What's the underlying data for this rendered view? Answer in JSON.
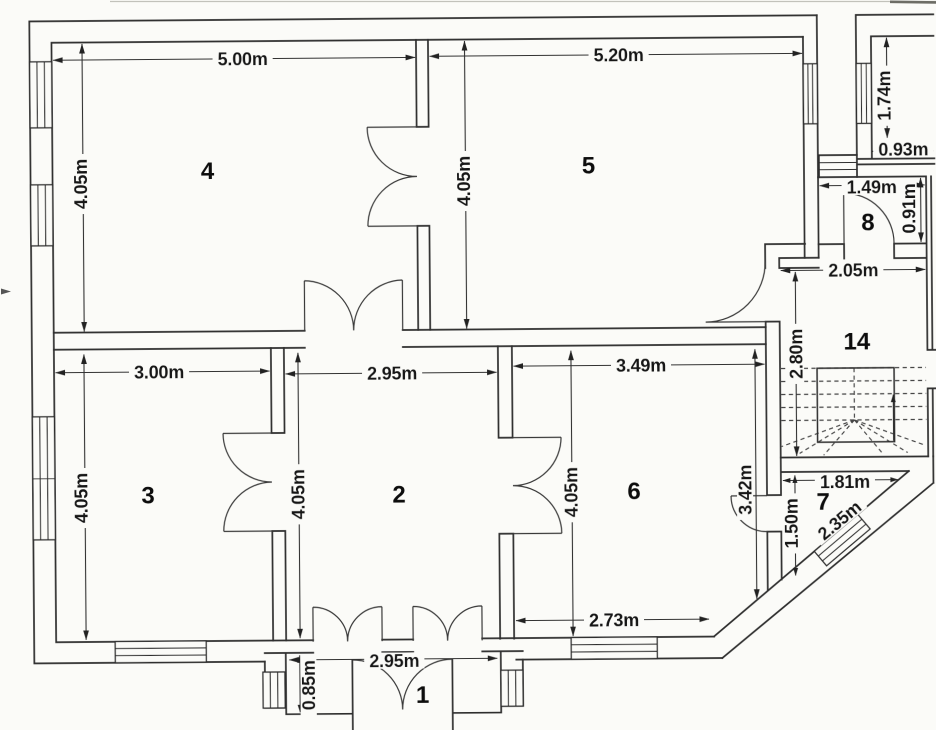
{
  "drawing": {
    "kind": "architectural floor plan (scanned)",
    "units": "m",
    "paper_color": "#fbfbf8",
    "line_color": "#2e2e2e"
  },
  "rooms": {
    "r1": "1",
    "r2": "2",
    "r3": "3",
    "r4": "4",
    "r5": "5",
    "r6": "6",
    "r7": "7",
    "r8": "8",
    "r14": "14"
  },
  "dims": {
    "r4_w": "5.00m",
    "r4_h": "4.05m",
    "r5_w": "5.20m",
    "r5_h": "4.05m",
    "sec_h": "1.74m",
    "sec_w": "0.93m",
    "r8_w": "1.49m",
    "r8_h": "0.91m",
    "hall_w": "2.05m",
    "hall_h": "2.80m",
    "r3_w": "3.00m",
    "r2_w": "2.95m",
    "r6_w": "3.49m",
    "r3_h": "4.05m",
    "r2_h": "4.05m",
    "r6_h": "4.05m",
    "r6_side": "3.42m",
    "r6_bottom": "2.73m",
    "r7_top": "1.81m",
    "r7_left": "1.50m",
    "r7_diag": "2.35m",
    "vest_w": "2.95m",
    "vest_d": "0.85m"
  }
}
